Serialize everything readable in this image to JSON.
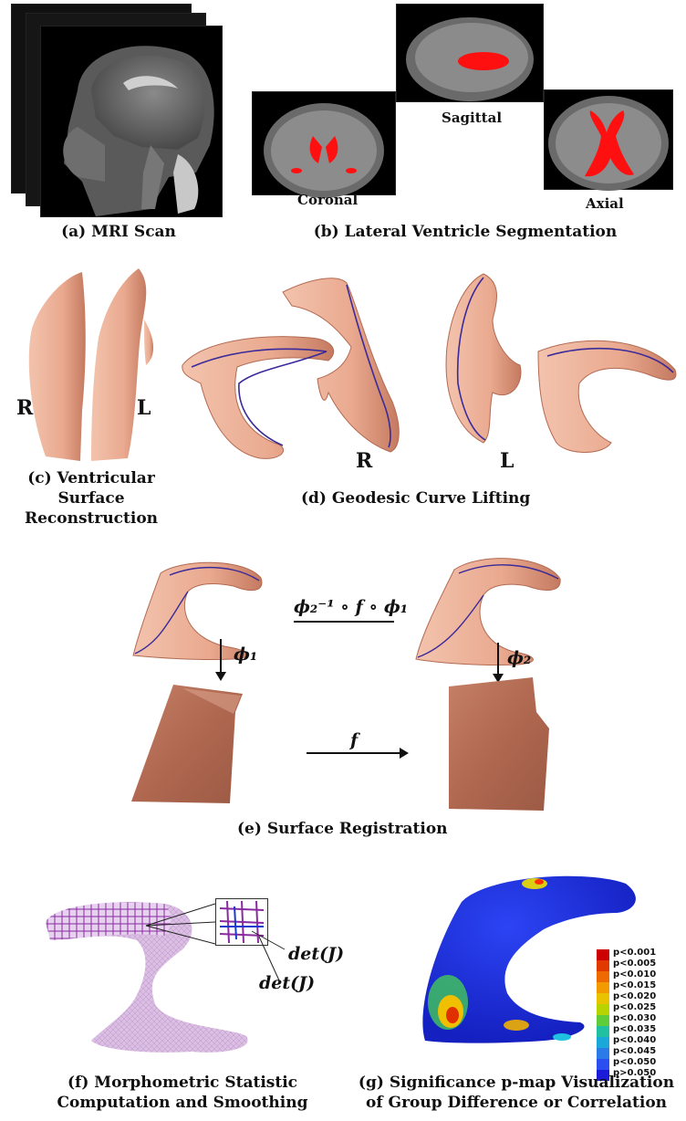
{
  "panels": {
    "a": {
      "caption": "(a) MRI Scan"
    },
    "b": {
      "caption": "(b) Lateral Ventricle Segmentation",
      "views": {
        "coronal": "Coronal",
        "sagittal": "Sagittal",
        "axial": "Axial"
      }
    },
    "c": {
      "caption_lines": [
        "(c) Ventricular",
        "Surface",
        "Reconstruction"
      ],
      "right": "R",
      "left": "L"
    },
    "d": {
      "caption": "(d) Geodesic Curve Lifting",
      "right": "R",
      "left": "L"
    },
    "e": {
      "caption": "(e) Surface Registration",
      "map_top": "ϕ₂⁻¹ ∘ f ∘ ϕ₁",
      "phi1": "ϕ₁",
      "phi2": "ϕ₂",
      "f": "f"
    },
    "f": {
      "caption_lines": [
        "(f) Morphometric Statistic",
        "Computation and Smoothing"
      ],
      "det1": "det(J)",
      "det2": "det(J)"
    },
    "g": {
      "caption_lines": [
        "(g) Significance p-map Visualization",
        "of Group Difference or Correlation"
      ]
    }
  },
  "legend": {
    "entries": [
      "p<0.001",
      "p<0.005",
      "p<0.010",
      "p<0.015",
      "p<0.020",
      "p<0.025",
      "p<0.030",
      "p<0.035",
      "p<0.040",
      "p<0.045",
      "p<0.050",
      "p>0.050"
    ],
    "colors": [
      "#cc0000",
      "#e03a00",
      "#ee6a00",
      "#f29a00",
      "#e8c400",
      "#b8d400",
      "#5fcc3a",
      "#20c0a0",
      "#1aa8d8",
      "#2a7ae8",
      "#2a4ef0",
      "#1a1ad8"
    ]
  },
  "colors": {
    "surface": "#e9a98f",
    "surface_dark": "#b36a52",
    "square": "#b87055",
    "curve": "#3a2a9a",
    "mask": "#ff1010",
    "grid": "#d9b8e0",
    "pmap": "#1e2ee0"
  }
}
